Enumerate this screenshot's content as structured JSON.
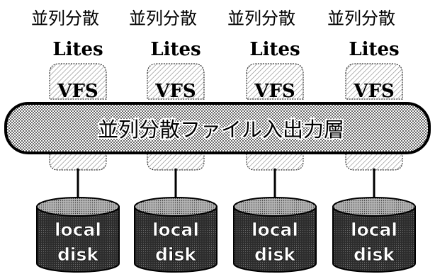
{
  "nodes": [
    {
      "top_label": "並列分散",
      "os_label": "Lites",
      "vfs_label": "VFS",
      "disk_label_1": "local",
      "disk_label_2": "disk"
    },
    {
      "top_label": "並列分散",
      "os_label": "Lites",
      "vfs_label": "VFS",
      "disk_label_1": "local",
      "disk_label_2": "disk"
    },
    {
      "top_label": "並列分散",
      "os_label": "Lites",
      "vfs_label": "VFS",
      "disk_label_1": "local",
      "disk_label_2": "disk"
    },
    {
      "top_label": "並列分散",
      "os_label": "Lites",
      "vfs_label": "VFS",
      "disk_label_1": "local",
      "disk_label_2": "disk"
    }
  ],
  "layer": {
    "label": "並列分散ファイル入出力層"
  },
  "colors": {
    "ink": "#000000",
    "disk_fill": "#3a3a3a",
    "disk_top": "#9a9a9a",
    "layer_dot": "#000000",
    "vfs_hatch": "#9a9a9a"
  }
}
